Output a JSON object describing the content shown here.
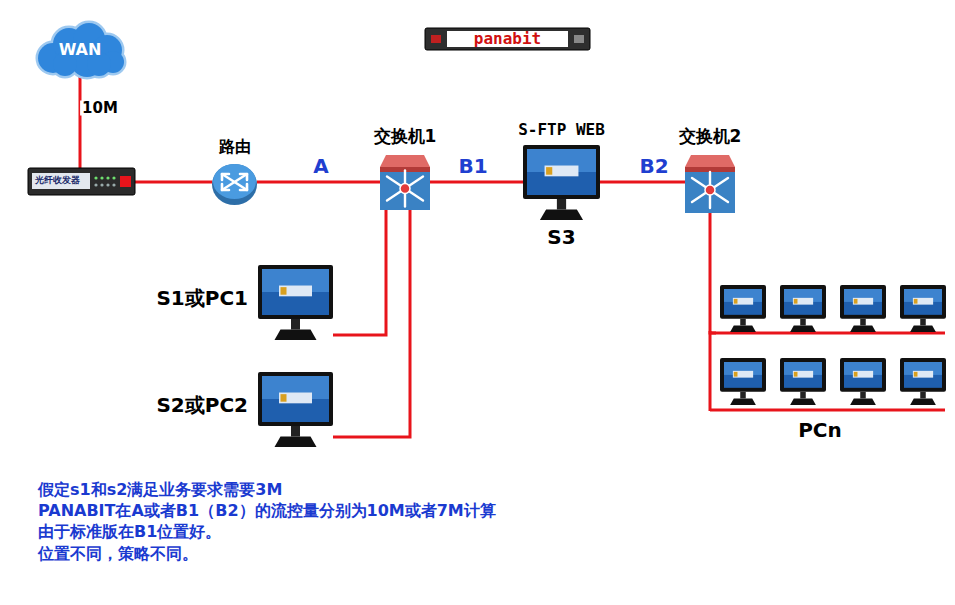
{
  "diagram": {
    "nodes": [
      {
        "text": [
          "WAN"
        ]
      },
      {
        "text": [
          "panabit"
        ]
      },
      {
        "text": [
          "光纤收发器"
        ]
      },
      {
        "text": [
          "路由"
        ]
      },
      {
        "text": [
          "交换机1"
        ]
      },
      {
        "text": [
          "S-FTP WEB",
          "S3"
        ]
      },
      {
        "text": [
          "交换机2"
        ]
      },
      {
        "text": [
          "S1或PC1"
        ]
      },
      {
        "text": [
          "S2或PC2"
        ]
      },
      {
        "text": [
          "PCn"
        ]
      }
    ],
    "edges": [
      {
        "from": 0,
        "to": 2,
        "label": "10M",
        "arrow": "none"
      },
      {
        "from": 2,
        "to": 3,
        "arrow": "none"
      },
      {
        "from": 3,
        "to": 4,
        "label": "A",
        "arrow": "none"
      },
      {
        "from": 4,
        "to": 5,
        "label": "B1",
        "arrow": "none"
      },
      {
        "from": 5,
        "to": 6,
        "label": "B2",
        "arrow": "none"
      },
      {
        "from": 4,
        "to": 7,
        "arrow": "none"
      },
      {
        "from": 4,
        "to": 8,
        "arrow": "none"
      },
      {
        "from": 6,
        "to": 9,
        "arrow": "none"
      }
    ],
    "labels": [
      "假定s1和s2满足业务要求需要3M",
      "PANABIT在A或者B1（B2）的流控量分别为10M或者7M计算",
      "由于标准版在B1位置好。",
      "位置不同，策略不同。"
    ]
  }
}
